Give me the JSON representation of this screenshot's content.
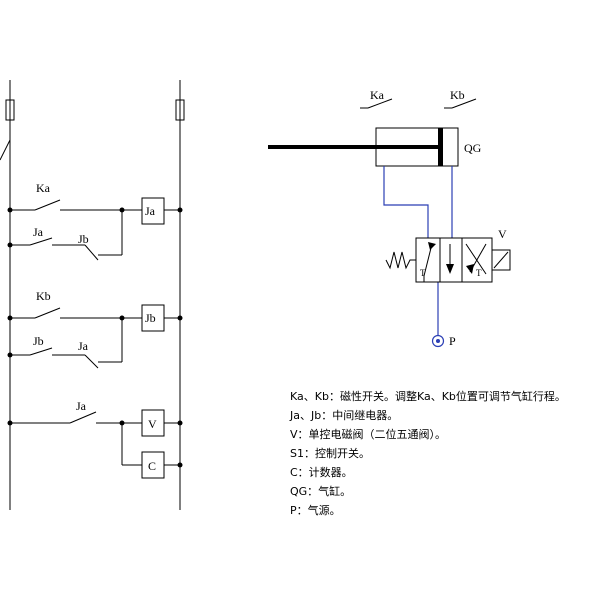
{
  "labels": {
    "ka_left": "Ka",
    "ja_contact_1": "Ja",
    "jb_contact_1": "Jb",
    "ja_coil": "Ja",
    "kb_left": "Kb",
    "jb_contact_2": "Jb",
    "ja_contact_2": "Ja",
    "jb_coil": "Jb",
    "ja_contact_3": "Ja",
    "v_coil": "V",
    "c_counter": "C",
    "ka_switch": "Ka",
    "kb_switch": "Kb",
    "qg_cylinder": "QG",
    "v_valve": "V",
    "p_source": "P",
    "port_t1": "T",
    "port_t2": "T"
  },
  "notes": [
    "Ka、Kb：磁性开关。调整Ka、Kb位置可调节气缸行程。",
    "Ja、Jb：中间继电器。",
    "V：单控电磁阀（二位五通阀）。",
    "S1：控制开关。",
    "C：计数器。",
    "QG：气缸。",
    "P：气源。"
  ]
}
